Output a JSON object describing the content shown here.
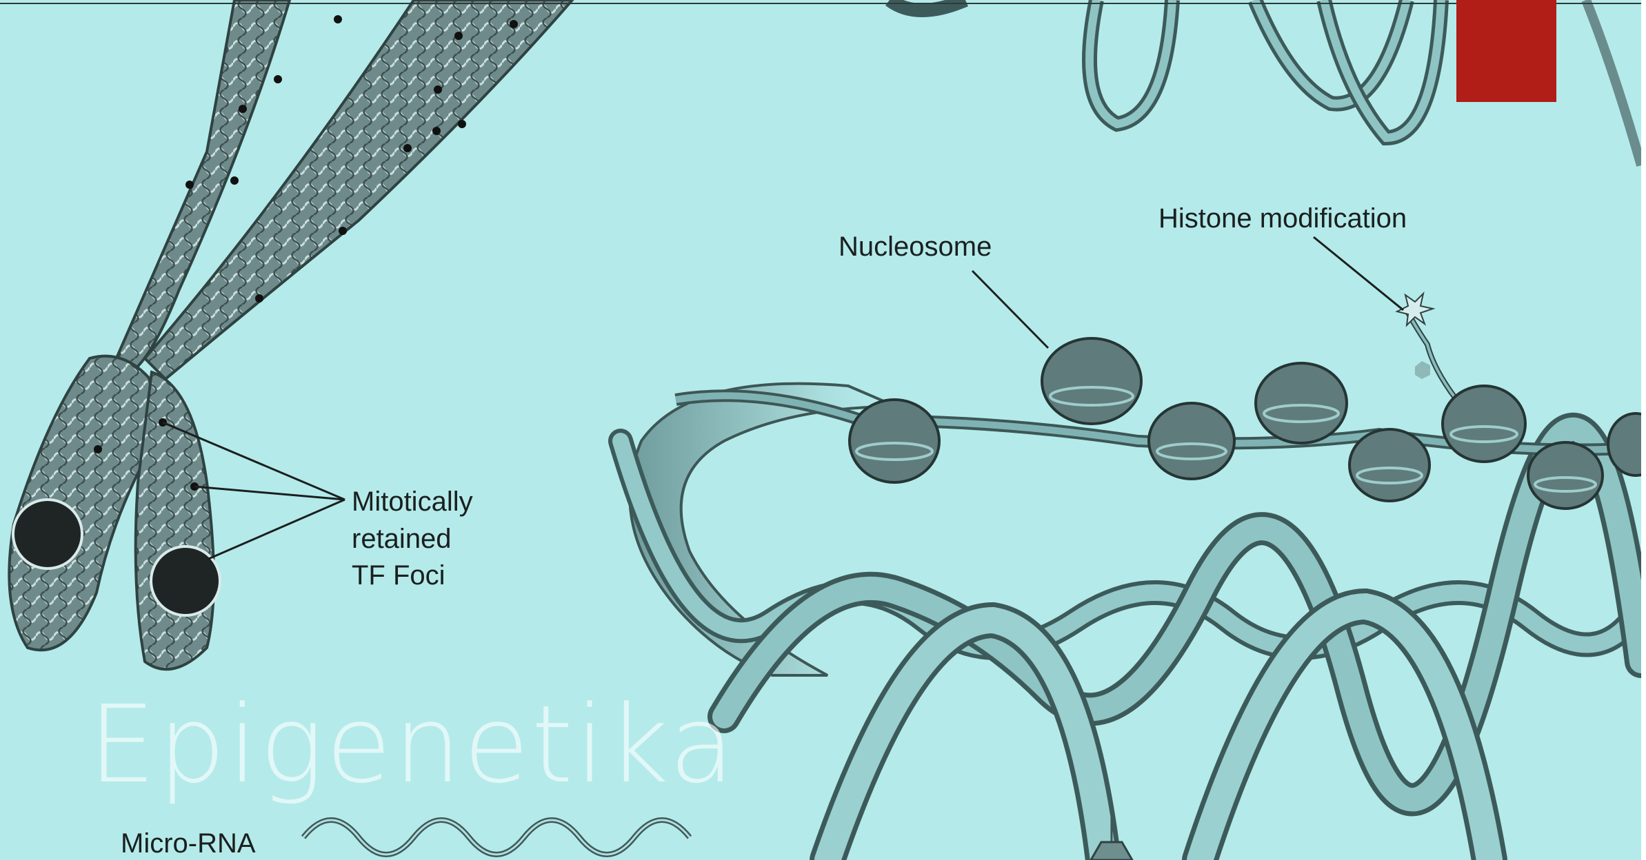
{
  "slide": {
    "title": "Epigenetika",
    "accent_color": "#b11d17",
    "background_color": "#b4eaea"
  },
  "labels": {
    "nucleosome": "Nucleosome",
    "histone_modification": "Histone modification",
    "tf_foci_line1": "Mitotically",
    "tf_foci_line2": "retained",
    "tf_foci_line3": "TF Foci",
    "micro_rna": "Micro-RNA"
  }
}
